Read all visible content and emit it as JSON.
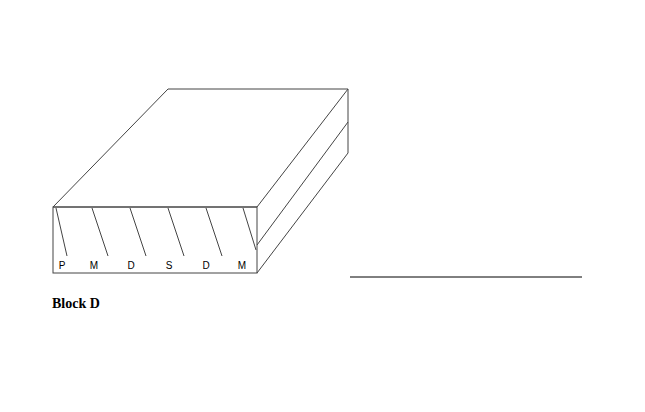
{
  "diagram": {
    "labels": [
      "P",
      "M",
      "D",
      "S",
      "D",
      "M",
      "Block D"
    ]
  }
}
